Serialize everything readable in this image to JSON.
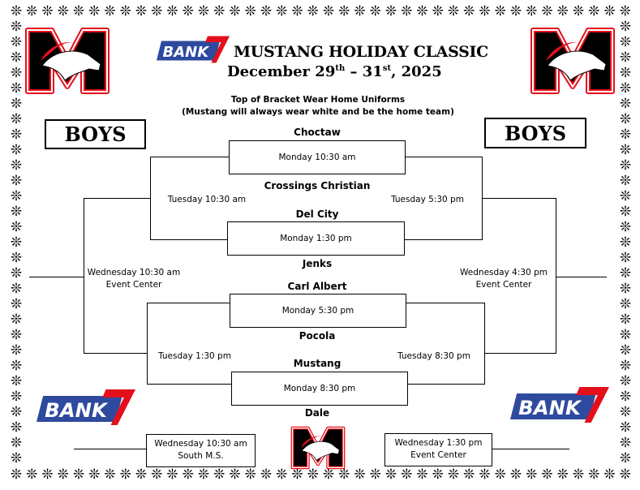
{
  "header": {
    "title": "MUSTANG HOLIDAY CLASSIC",
    "date_prefix": "December 29",
    "date_sup1": "th",
    "date_mid": " – 31",
    "date_sup2": "st",
    "date_suffix": ", 2025",
    "note_line1": "Top of Bracket Wear Home Uniforms",
    "note_line2": "(Mustang will always wear white and be the home team)"
  },
  "division_left": "BOYS",
  "division_right": "BOYS",
  "logo_text": "BANK",
  "logo_number": "7",
  "teams": [
    "Choctaw",
    "Crossings Christian",
    "Del City",
    "Jenks",
    "Carl Albert",
    "Pocola",
    "Mustang",
    "Dale"
  ],
  "first_round": [
    "Monday 10:30 am",
    "Monday 1:30 pm",
    "Monday 5:30 pm",
    "Monday 8:30 pm"
  ],
  "second_round": {
    "top_left": "Tuesday 10:30 am",
    "top_right": "Tuesday 5:30 pm",
    "bottom_left": "Tuesday 1:30 pm",
    "bottom_right": "Tuesday 8:30 pm"
  },
  "finals": {
    "left_time": "Wednesday 10:30 am",
    "left_venue": "Event Center",
    "right_time": "Wednesday 4:30 pm",
    "right_venue": "Event Center"
  },
  "consolation": {
    "left_time": "Wednesday 10:30 am",
    "left_venue": "South M.S.",
    "right_time": "Wednesday 1:30 pm",
    "right_venue": "Event Center"
  },
  "colors": {
    "red": "#e3101b",
    "blue": "#2e4a9e",
    "black": "#000000"
  }
}
